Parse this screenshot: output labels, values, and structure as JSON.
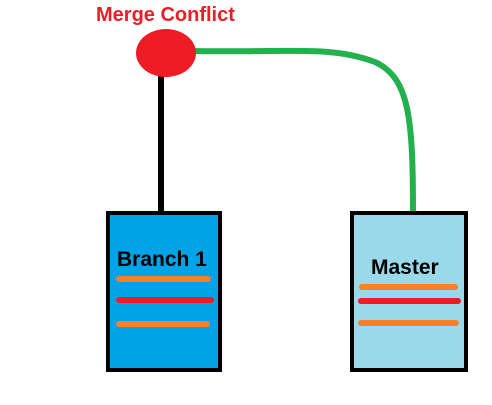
{
  "title": "Merge Conflict",
  "branches": [
    {
      "id": "branch1",
      "label": "Branch 1"
    },
    {
      "id": "master",
      "label": "Master"
    }
  ],
  "colors": {
    "title_text": "#ee1c24",
    "conflict_node": "#ee1c24",
    "branch1_fill": "#00a2e8",
    "master_fill": "#99d9ea",
    "box_border": "#000000",
    "branch1_connector": "#000000",
    "master_connector": "#22b14c",
    "line_orange": "#ff7f27",
    "line_red": "#ee1c24"
  }
}
